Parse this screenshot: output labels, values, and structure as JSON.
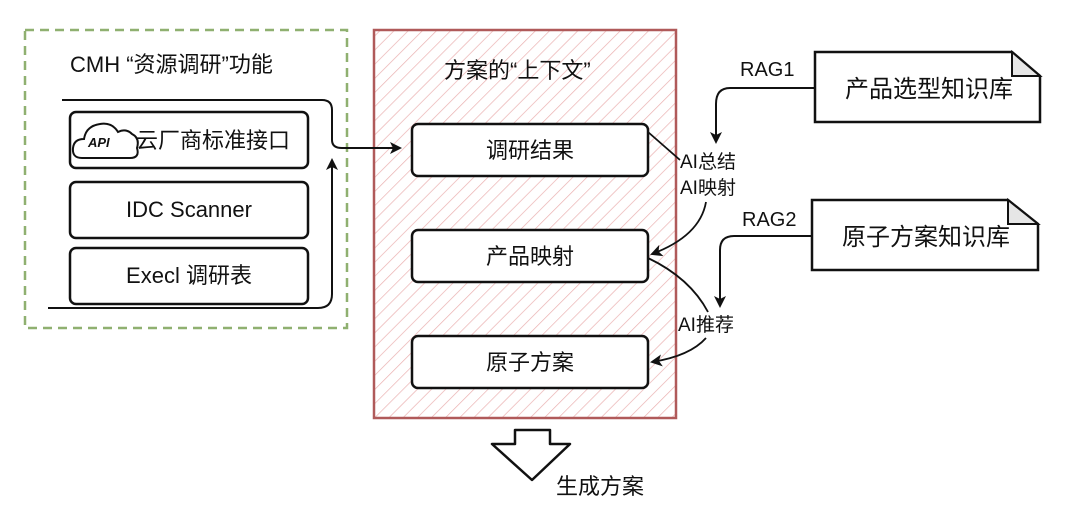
{
  "colors": {
    "ink": "#111111",
    "group_border_green": "#7fa65a",
    "context_border_red": "#b05a5a",
    "hatch": "#e8a8a8",
    "doc_fold": "#e6e6e6"
  },
  "left_group": {
    "title": "CMH “资源调研”功能",
    "items": [
      {
        "label": "云厂商标准接口",
        "icon": "cloud-api-icon",
        "icon_text": "API"
      },
      {
        "label": "IDC Scanner"
      },
      {
        "label": "Execl 调研表"
      }
    ]
  },
  "context_group": {
    "title": "方案的“上下文”",
    "items": [
      {
        "label": "调研结果"
      },
      {
        "label": "产品映射"
      },
      {
        "label": "原子方案"
      }
    ]
  },
  "knowledge_bases": [
    {
      "tag": "RAG1",
      "label": "产品选型知识库"
    },
    {
      "tag": "RAG2",
      "label": "原子方案知识库"
    }
  ],
  "edge_labels": {
    "summary": "AI总结",
    "mapping": "AI映射",
    "recommend": "AI推荐"
  },
  "output": {
    "label": "生成方案",
    "icon": "down-arrow-icon"
  }
}
